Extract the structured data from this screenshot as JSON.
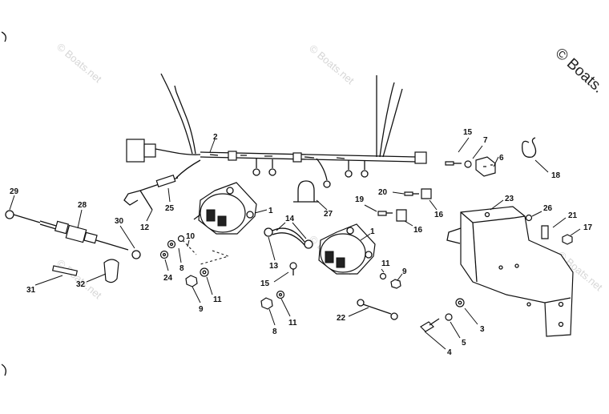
{
  "watermark": {
    "text": "© Boats.net",
    "corner_text": "© Boats."
  },
  "callouts": [
    "2",
    "15",
    "7",
    "6",
    "18",
    "29",
    "28",
    "30",
    "12",
    "25",
    "1",
    "14",
    "27",
    "19",
    "20",
    "16",
    "23",
    "26",
    "21",
    "17",
    "10",
    "8",
    "24",
    "11",
    "9",
    "13",
    "15",
    "1",
    "16",
    "11",
    "9",
    "31",
    "32",
    "22",
    "8",
    "11",
    "3",
    "5",
    "4"
  ],
  "colors": {
    "ink": "#111111",
    "watermark": "#d6d6d6",
    "background": "#ffffff"
  }
}
